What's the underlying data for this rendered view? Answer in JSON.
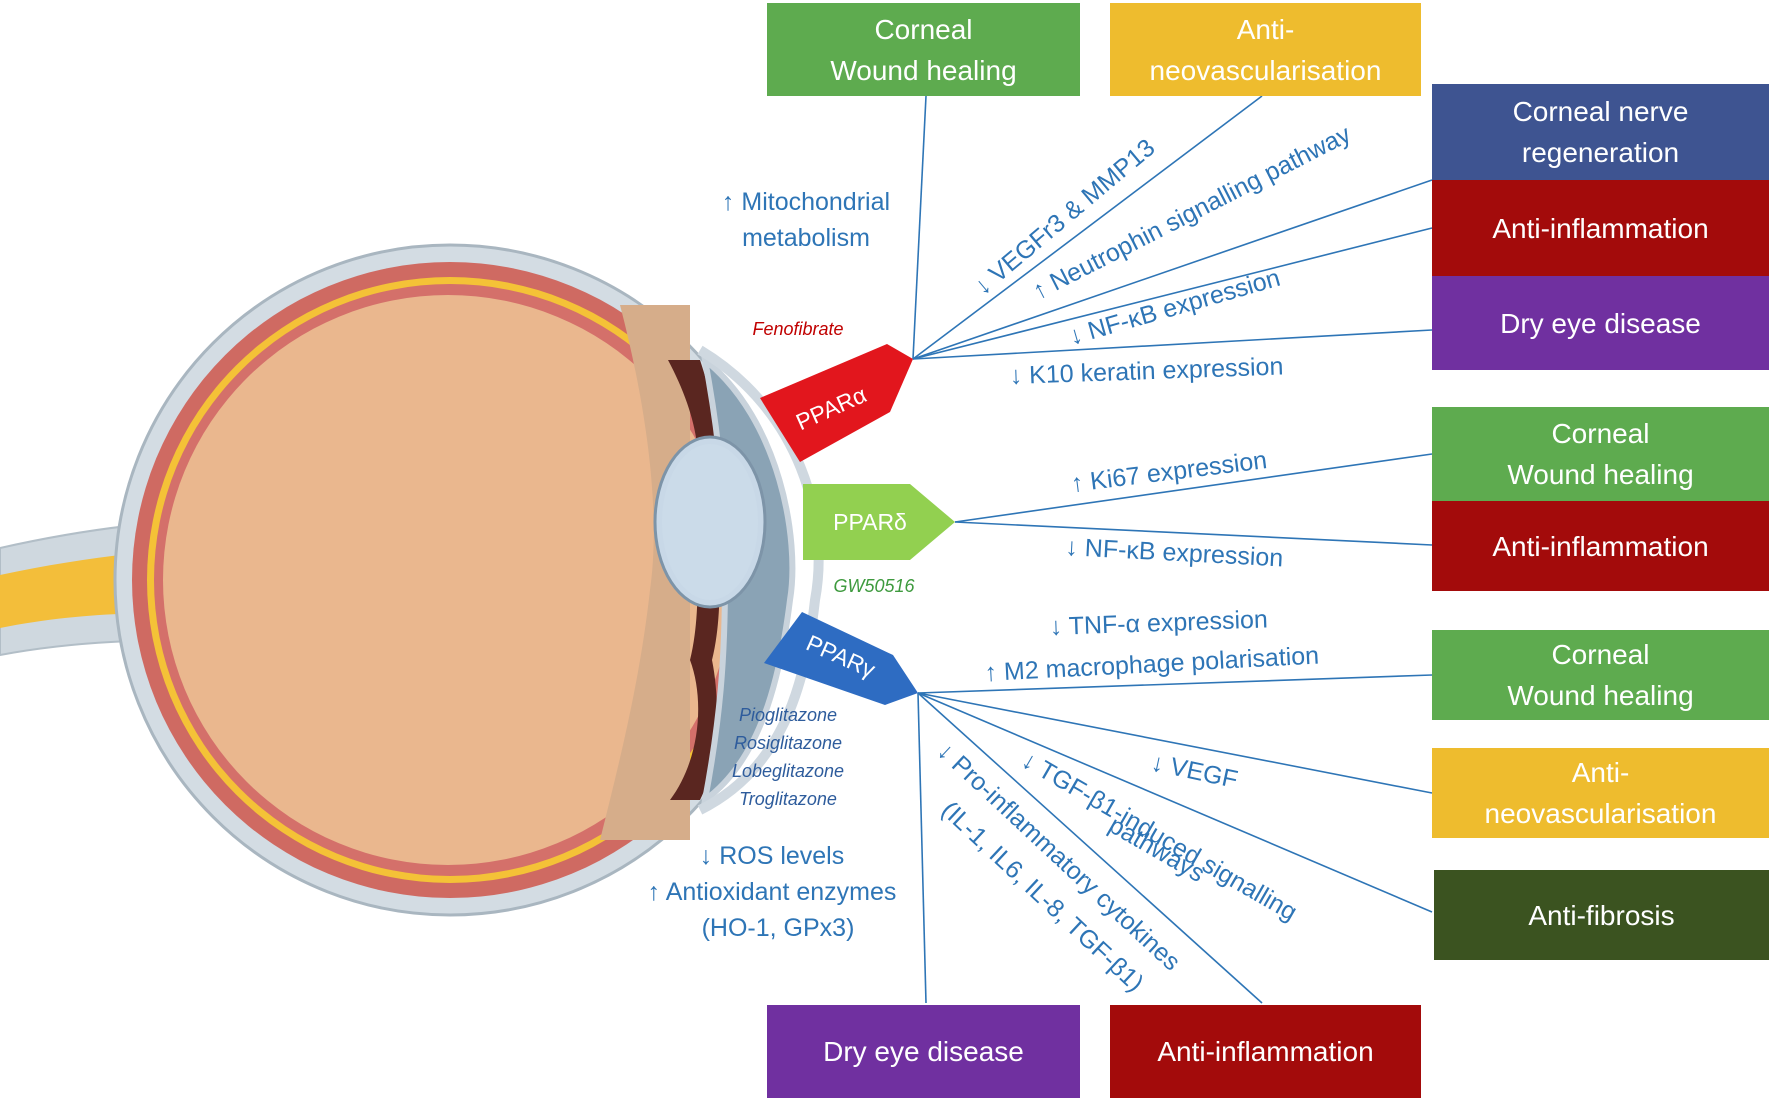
{
  "colors": {
    "green": "#5eab4f",
    "yellow": "#eebc2e",
    "navy": "#3e5491",
    "red": "#a30b0b",
    "purple": "#7030a0",
    "dark_green": "#3b5320",
    "text_blue": "#2e75b6",
    "ppar_alpha": "#e2161d",
    "ppar_delta": "#92d050",
    "ppar_gamma": "#2e6cc2"
  },
  "receptors": {
    "alpha": {
      "label": "PPARα",
      "drug": "Fenofibrate"
    },
    "delta": {
      "label": "PPARδ",
      "drug": "GW50516"
    },
    "gamma": {
      "label": "PPARγ",
      "drugs": [
        "Pioglitazone",
        "Rosiglitazone",
        "Lobeglitazone",
        "Troglitazone"
      ]
    }
  },
  "outcomes": {
    "top_corneal_wound": "Corneal\nWound healing",
    "top_anti_neovasc": "Anti-\nneovascularisation",
    "corneal_nerve": "Corneal nerve\nregeneration",
    "anti_inflammation_1": "Anti-inflammation",
    "dry_eye_1": "Dry eye disease",
    "corneal_wound_2": "Corneal\nWound healing",
    "anti_inflammation_2": "Anti-inflammation",
    "corneal_wound_3": "Corneal\nWound healing",
    "anti_neovasc_2": "Anti-\nneovascularisation",
    "anti_fibrosis": "Anti-fibrosis",
    "dry_eye_2": "Dry eye disease",
    "anti_inflammation_3": "Anti-inflammation"
  },
  "mechanisms": {
    "mito_1": "↑ Mitochondrial",
    "mito_2": "metabolism",
    "vegfr3": "↓ VEGFr3 & MMP13",
    "neurotrophin": "↑ Neutrophin signalling pathway",
    "nfkb_alpha": "↓ NF-κB expression",
    "k10": "↓ K10 keratin expression",
    "ki67": "↑ Ki67 expression",
    "nfkb_delta": "↓ NF-κB expression",
    "tnf": "↓ TNF-α expression",
    "m2": "↑ M2 macrophage polarisation",
    "vegf": "↓ VEGF",
    "tgf_1": "↓ TGF-β1-induced signalling",
    "tgf_2": "pathways",
    "proinf_1": "↓ Pro-inflammatory cytokines",
    "proinf_2": "(IL-1, IL6, IL-8, TGF-β1)",
    "ros": "↓ ROS levels",
    "antiox_1": "↑ Antioxidant enzymes",
    "antiox_2": "(HO-1, GPx3)"
  }
}
